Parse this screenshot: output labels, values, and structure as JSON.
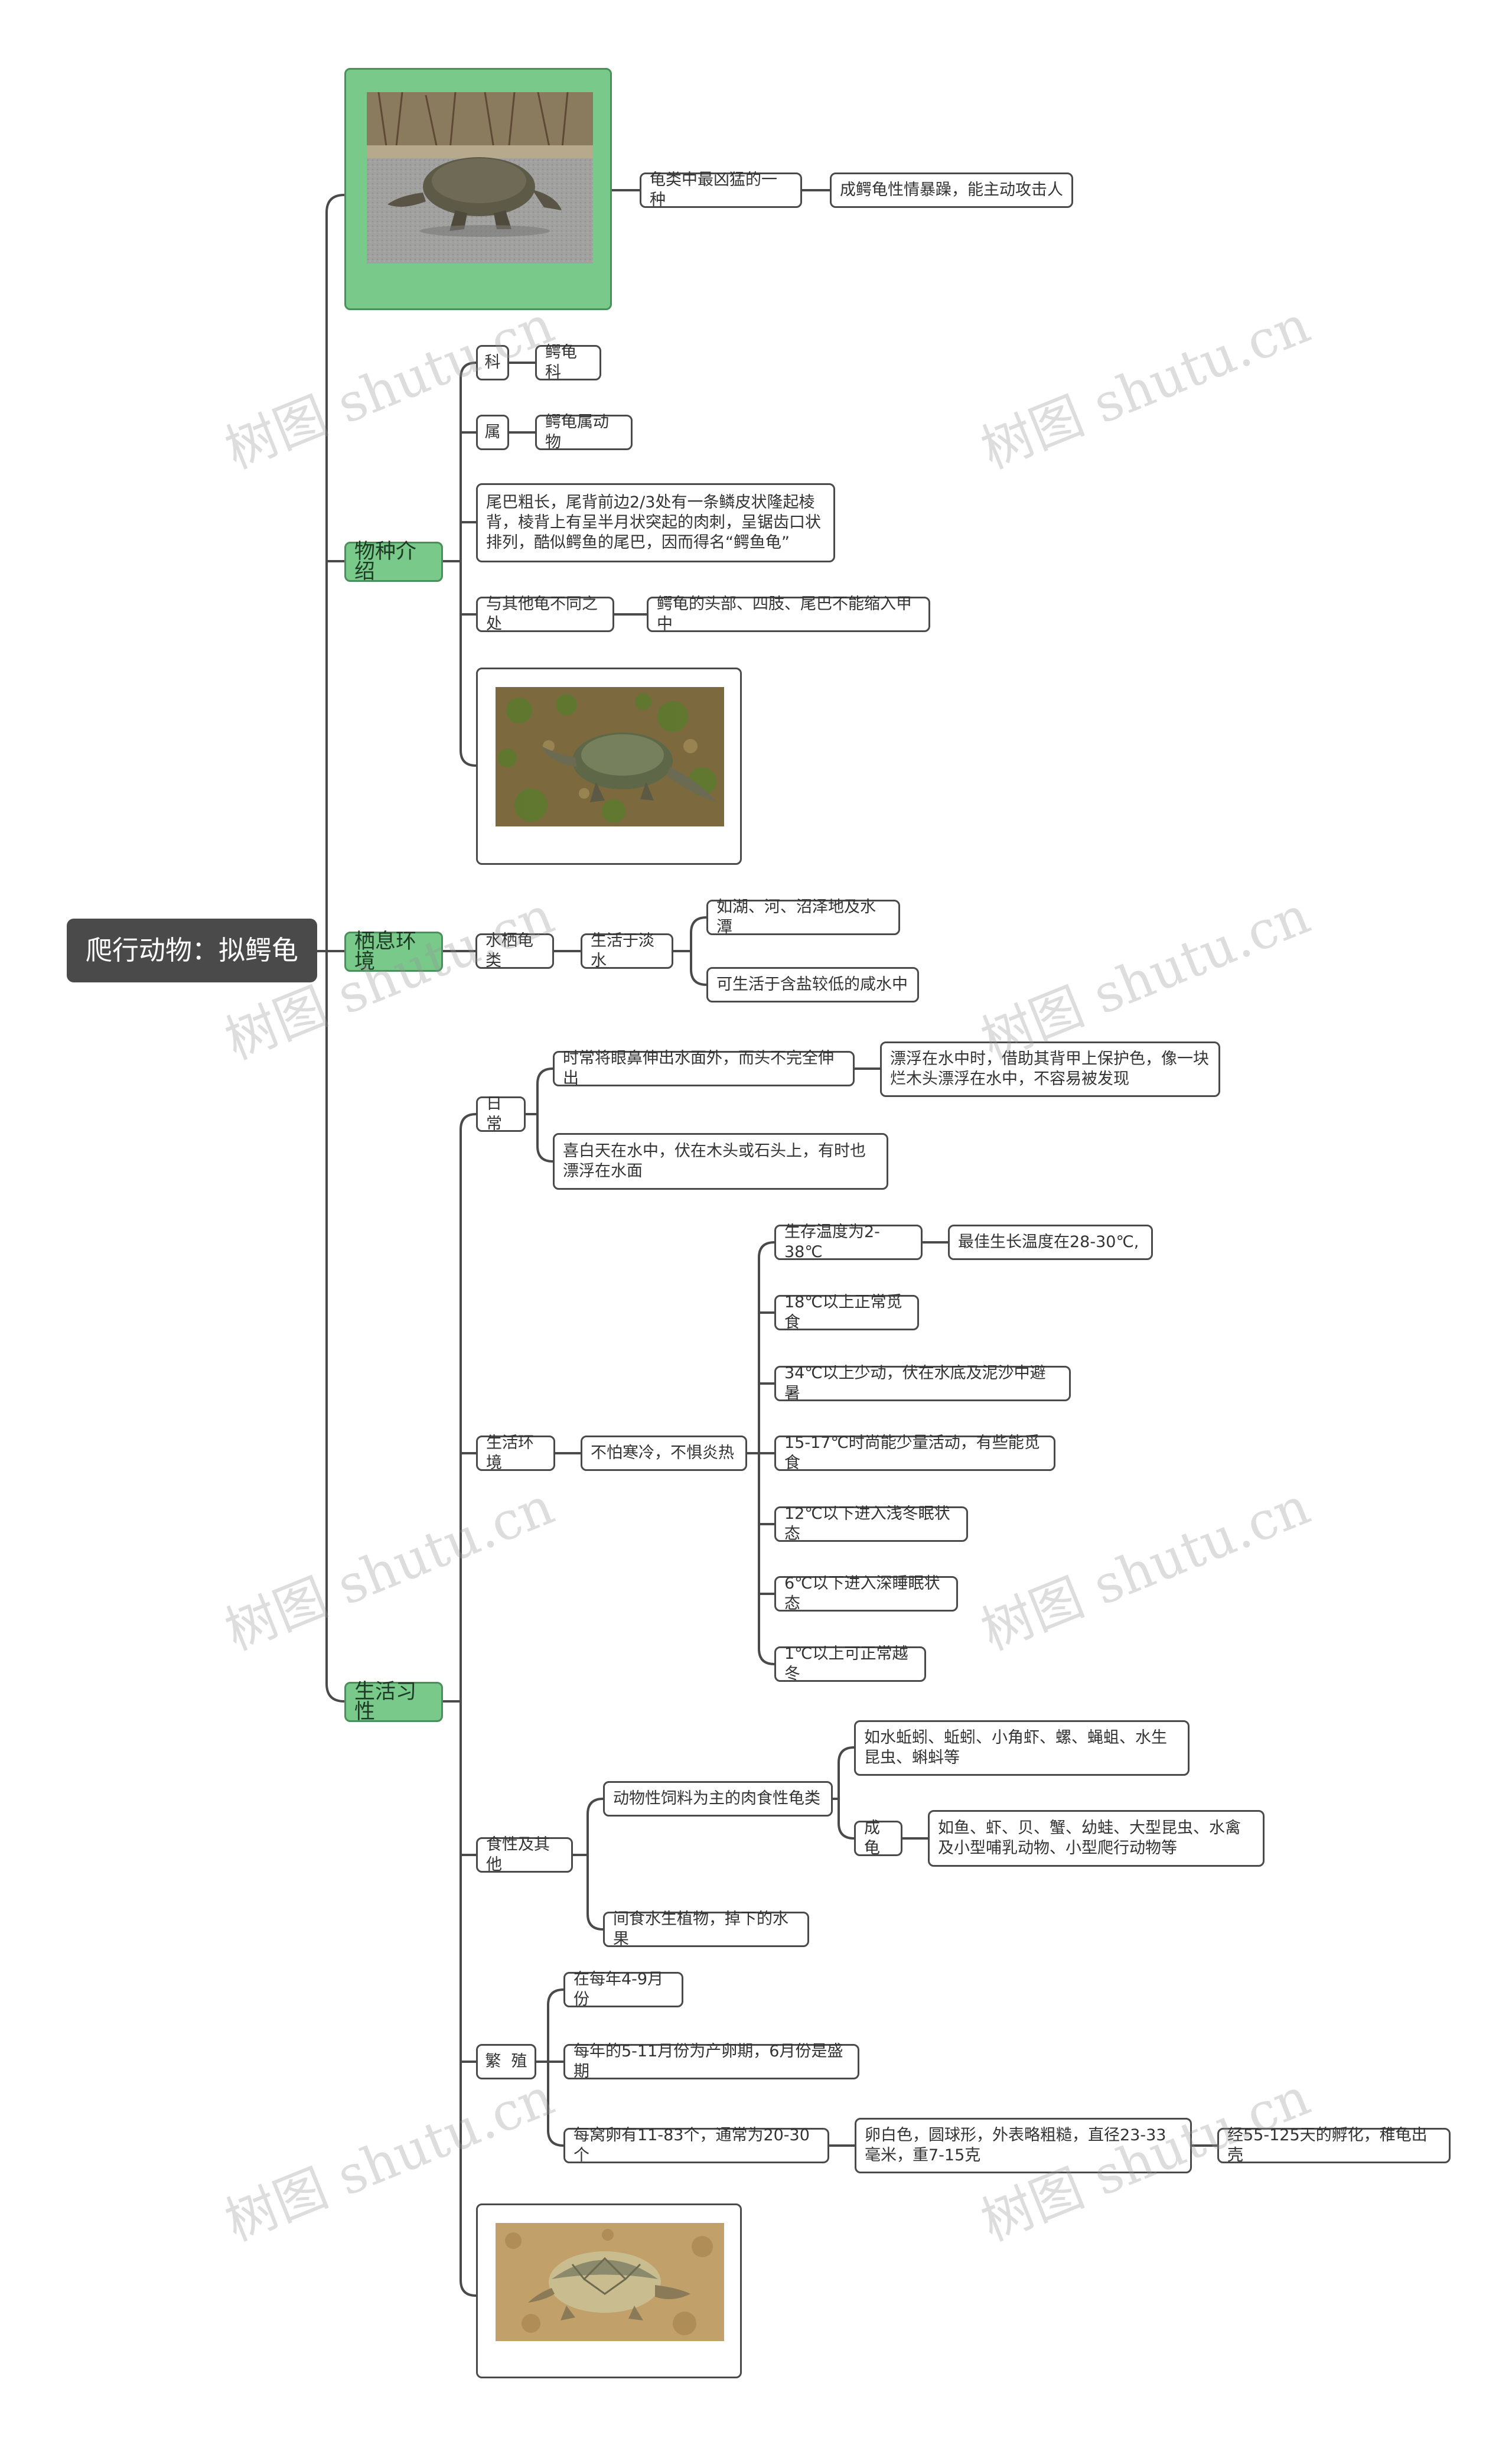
{
  "root": "爬行动物：拟鳄龟",
  "watermark": "树图 shutu.cn",
  "branch1": {
    "top": "龟类中最凶猛的一种",
    "top_child": "成鳄龟性情暴躁，能主动攻击人"
  },
  "branch2": {
    "label": "物种介绍",
    "family_label": "科",
    "family_value": "鳄龟科",
    "genus_label": "属",
    "genus_value": "鳄龟属动物",
    "tail_desc": "尾巴粗长，尾背前边2/3处有一条鳞皮状隆起棱背，棱背上有呈半月状突起的肉刺，呈锯齿口状排列，酷似鳄鱼的尾巴，因而得名“鳄鱼龟”",
    "diff_label": "与其他龟不同之处",
    "diff_value": "鳄龟的头部、四肢、尾巴不能缩入甲中"
  },
  "branch3": {
    "label": "栖息环境",
    "c1": "水栖龟类",
    "c2": "生活于淡水",
    "c3a": "如湖、河、沼泽地及水潭",
    "c3b": "可生活于含盐较低的咸水中"
  },
  "branch4": {
    "label": "生活习性",
    "daily": "日常",
    "daily_a": "时常将眼鼻伸出水面外，而头不完全伸出",
    "daily_a1": "漂浮在水中时，借助其背甲上保护色，像一块烂木头漂浮在水中，不容易被发现",
    "daily_b": "喜白天在水中，伏在木头或石头上，有时也漂浮在水面",
    "env": "生活环境",
    "env_c": "不怕寒冷，不惧炎热",
    "temps": [
      "生存温度为2-38℃",
      "18℃以上正常觅食",
      "34℃以上少动，伏在水底及泥沙中避暑",
      "15-17℃时尚能少量活动，有些能觅食",
      "12℃以下进入浅冬眠状态",
      "6℃以下进入深睡眠状态",
      "1℃以上可正常越冬"
    ],
    "temp_best": "最佳生长温度在28-30℃,",
    "food": "食性及其他",
    "food_a": "动物性饲料为主的肉食性龟类",
    "food_a1": "如水蚯蚓、蚯蚓、小角虾、螺、蝇蛆、水生昆虫、蝌蚪等",
    "food_adult": "成龟",
    "food_adult_v": "如鱼、虾、贝、蟹、幼蛙、大型昆虫、水禽及小型哺乳动物、小型爬行动物等",
    "food_b": "间食水生植物，掉下的水果",
    "breed": "繁  殖",
    "breed_a": "在每年4-9月份",
    "breed_b": "每年的5-11月份为产卵期，6月份是盛期",
    "breed_c": "每窝卵有11-83个，通常为20-30个",
    "breed_c1": "卵白色，圆球形，外表略粗糙，直径23-33毫米，重7-15克",
    "breed_c2": "经55-125天的孵化，稚龟出壳"
  },
  "colors": {
    "root_bg": "#4a4a4a",
    "branch_bg": "#78c98a",
    "line": "#4a4a4a"
  }
}
